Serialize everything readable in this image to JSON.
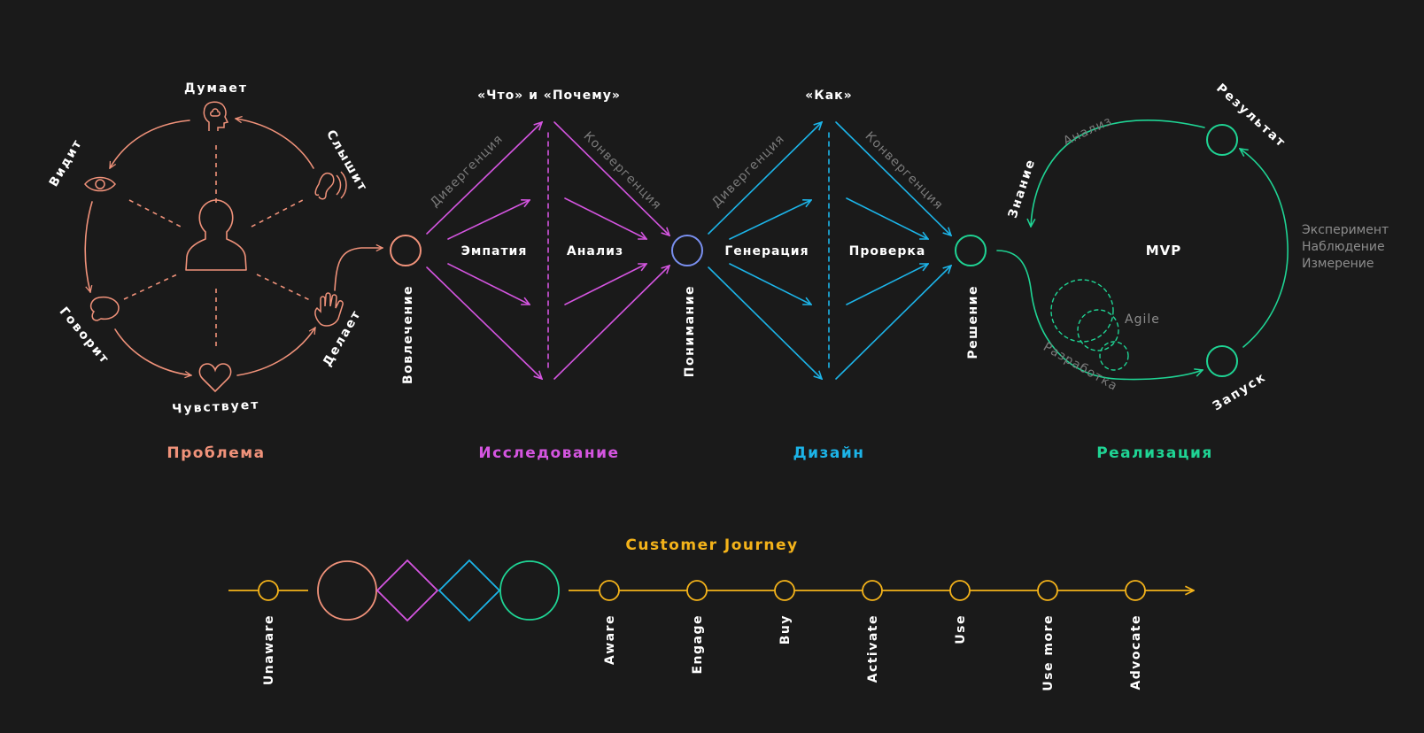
{
  "colors": {
    "background": "#1a1a1a",
    "problem": "#f0927a",
    "research": "#d455e0",
    "design": "#1cb4e8",
    "realization": "#1fd494",
    "journey": "#f4b31a",
    "muted": "#7a7a7a"
  },
  "problem": {
    "title": "Проблема",
    "thinks": "Думает",
    "sees": "Видит",
    "hears": "Слышит",
    "says": "Говорит",
    "does": "Делает",
    "feels": "Чувствует",
    "icons": {
      "thinks": "head-icon",
      "sees": "eye-icon",
      "hears": "ear-icon",
      "says": "speech-bubble-icon",
      "does": "hand-icon",
      "feels": "heart-icon",
      "person": "user-icon"
    }
  },
  "stages": {
    "engagement": "Вовлечение",
    "understanding": "Понимание",
    "solution": "Решение"
  },
  "research": {
    "title": "Исследование",
    "heading": "«Что» и «Почему»",
    "divergence": "Дивергенция",
    "convergence": "Конвергенция",
    "left": "Эмпатия",
    "right": "Анализ"
  },
  "design": {
    "title": "Дизайн",
    "heading": "«Как»",
    "divergence": "Дивергенция",
    "convergence": "Конвергенция",
    "left": "Генерация",
    "right": "Проверка"
  },
  "realization": {
    "title": "Реализация",
    "center": "MVP",
    "result": "Результат",
    "knowledge": "Знание",
    "launch": "Запуск",
    "analysis": "Анализ",
    "development": "Разработка",
    "agile": "Agile",
    "loop": [
      "Эксперимент",
      "Наблюдение",
      "Измерение"
    ]
  },
  "journey": {
    "title": "Customer Journey",
    "start": "Unaware",
    "steps": [
      "Aware",
      "Engage",
      "Buy",
      "Activate",
      "Use",
      "Use more",
      "Advocate"
    ]
  }
}
